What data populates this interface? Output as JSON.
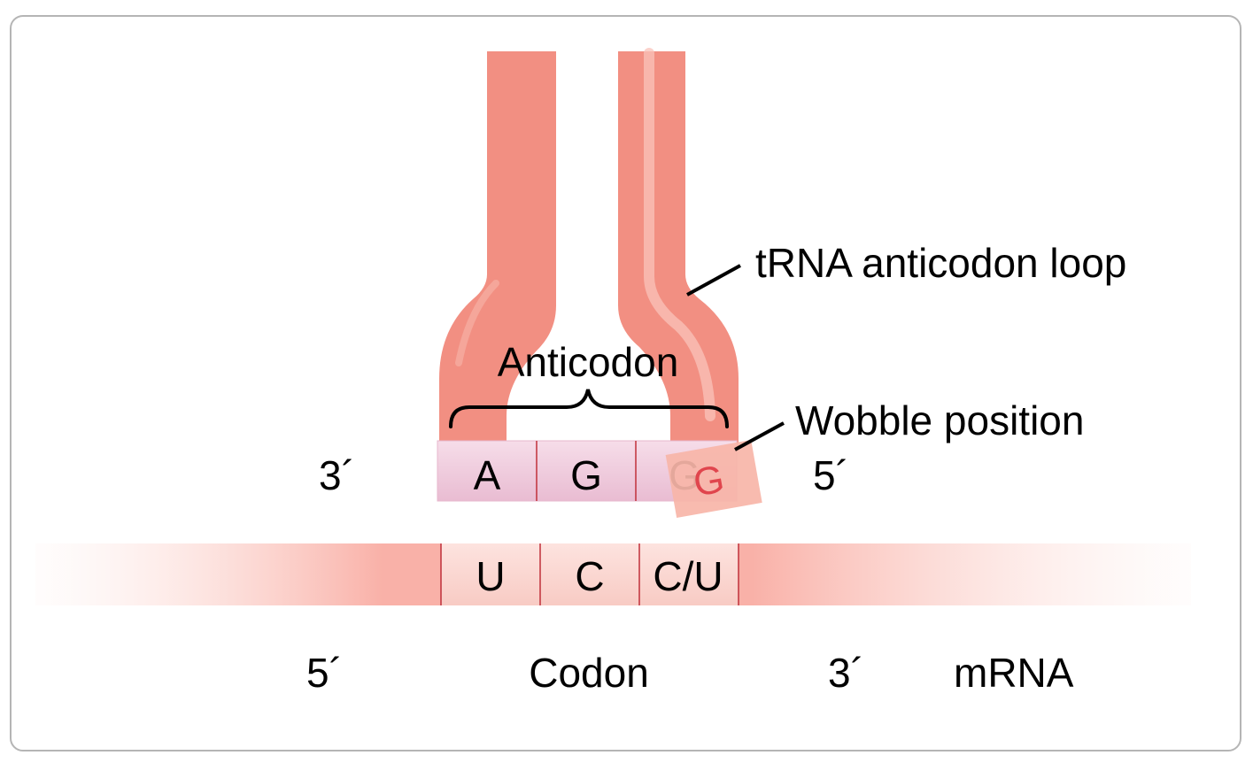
{
  "labels": {
    "trna_loop": "tRNA anticodon loop",
    "anticodon": "Anticodon",
    "wobble": "Wobble position",
    "codon": "Codon",
    "mrna": "mRNA",
    "trna_left_end": "3´",
    "trna_right_end": "5´",
    "mrna_left_end": "5´",
    "mrna_right_end": "3´"
  },
  "anticodon_bases": [
    "A",
    "G",
    "G"
  ],
  "wobble_base": "G",
  "codon_bases": [
    "U",
    "C",
    "C/U"
  ],
  "colors": {
    "trna": "#f28f82",
    "trna_highlight": "#f9c3b9",
    "anticodon_box": "#f2cfe0",
    "mrna": "#f9b1a8",
    "base_divider": "#c0303a",
    "wobble_badge": "#f7b5a8",
    "wobble_letter": "#e0454d",
    "frame": "#b5b5b5"
  }
}
